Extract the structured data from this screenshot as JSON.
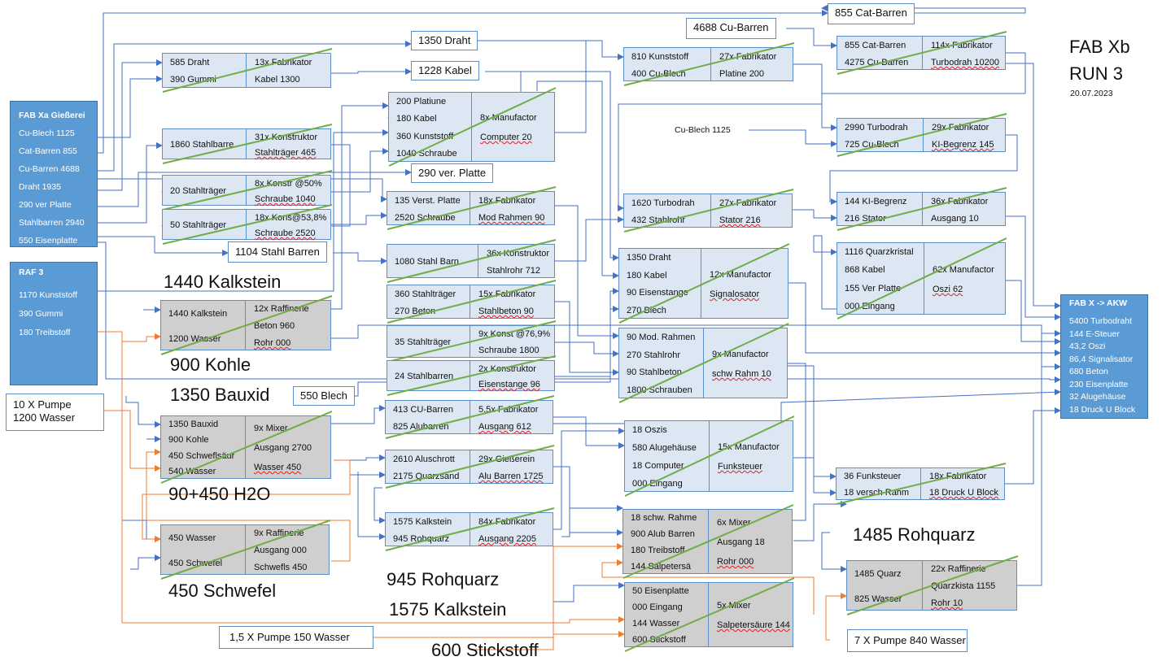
{
  "title": {
    "line1": "FAB Xb",
    "line2": "RUN 3",
    "date": "20.07.2023"
  },
  "sources": {
    "fab_xa": {
      "title": "FAB Xa Gießerei",
      "items": [
        "Cu-Blech 1125",
        "Cat-Barren  855",
        "Cu-Barren 4688",
        "Draht 1935",
        "290 ver Platte",
        "Stahlbarren 2940",
        "550 Eisenplatte"
      ]
    },
    "raf3": {
      "title": "RAF 3",
      "items": [
        "1170 Kunststoff",
        "390 Gummi",
        "180 Treibstoff"
      ]
    },
    "fab_x_akw": {
      "title": "FAB X -> AKW",
      "items": [
        "5400 Turbodraht",
        "144 E-Steuer",
        "43,2 Oszi",
        "86,4 Signalisator",
        "680  Beton",
        "230 Eisenplatte",
        "32 Alugehäuse",
        "18 Druck U Block"
      ]
    }
  },
  "nodes": [
    {
      "id": "kabel",
      "inputs": [
        "585 Draht",
        "390 Gummi"
      ],
      "outputs": [
        "13x Fabrikator",
        "Kabel 1300"
      ]
    },
    {
      "id": "stahltraeger",
      "inputs": [
        "1860 Stahlbarre"
      ],
      "outputs": [
        "31x Konstruktor",
        "Stahlträger 465"
      ]
    },
    {
      "id": "schraube1040",
      "inputs": [
        "20 Stahlträger"
      ],
      "outputs": [
        "8x Konstr @50%",
        "Schraube 1040"
      ]
    },
    {
      "id": "schraube2520",
      "inputs": [
        "50 Stahlträger"
      ],
      "outputs": [
        "18x Kons@53,8%",
        "Schraube 2520"
      ]
    },
    {
      "id": "computer",
      "inputs": [
        "200 Platiune",
        "180 Kabel",
        "360 Kunststoff",
        "1040 Schraube"
      ],
      "outputs": [
        "8x Manufactor",
        "Computer  20"
      ]
    },
    {
      "id": "modrahmen",
      "inputs": [
        "135 Verst. Platte",
        "2520 Schraube"
      ],
      "outputs": [
        "18x Fabrikator",
        "Mod Rahmen 90"
      ]
    },
    {
      "id": "stahlrohr",
      "inputs": [
        "1080 Stahl Barn"
      ],
      "outputs": [
        "36x Konstruktor",
        "Stahlrohr 712"
      ]
    },
    {
      "id": "stahlbeton",
      "inputs": [
        "360 Stahlträger",
        "270 Beton"
      ],
      "outputs": [
        "15x Fabrikator",
        "Stahlbeton 90"
      ]
    },
    {
      "id": "schraube1800",
      "inputs": [
        "35 Stahlträger"
      ],
      "outputs": [
        "9x Konst @76,9%",
        "Schraube 1800"
      ]
    },
    {
      "id": "eisenstange",
      "inputs": [
        "24 Stahlbarren"
      ],
      "outputs": [
        "2x Konstruktor",
        "Eisenstange 96"
      ]
    },
    {
      "id": "alugehaeuse",
      "inputs": [
        "413 CU-Barren",
        "825 Alubarren"
      ],
      "outputs": [
        "5,5x Fabrikator",
        "Ausgang 612"
      ]
    },
    {
      "id": "alubarren",
      "inputs": [
        "2610 Aluschrott",
        "2175 Quarzsand"
      ],
      "outputs": [
        "29x Gießerein",
        "Alu Barren 1725"
      ]
    },
    {
      "id": "beton_out",
      "inputs": [
        "1575 Kalkstein",
        "945 Rohquarz"
      ],
      "outputs": [
        "84x Fabrikator",
        "Ausgang 2205"
      ]
    },
    {
      "id": "beton_raff",
      "inputs": [
        "1440 Kalkstein",
        "1200 Wasser"
      ],
      "outputs": [
        "12x Raffinerie",
        "Beton 960",
        "Rohr 000"
      ]
    },
    {
      "id": "mixer_h2o",
      "inputs": [
        "1350 Bauxid",
        "900 Kohle",
        "450 Schweflsäur",
        "540 Wasser"
      ],
      "outputs": [
        "9x Mixer",
        "Ausgang 2700",
        "Wasser 450"
      ]
    },
    {
      "id": "schwefl",
      "inputs": [
        "450 Wasser",
        "450 Schwefel"
      ],
      "outputs": [
        "9x Raffinerie",
        "Ausgang 000",
        "Schwefls 450"
      ]
    },
    {
      "id": "platine",
      "inputs": [
        "810 Kunststoff",
        "400 Cu-Blech"
      ],
      "outputs": [
        "27x Fabrikator",
        "Platine 200"
      ]
    },
    {
      "id": "stator",
      "inputs": [
        "1620 Turbodrah",
        "432 Stahlrohr"
      ],
      "outputs": [
        "27x Fabrikator",
        "Stator 216"
      ]
    },
    {
      "id": "signalosator",
      "inputs": [
        "1350 Draht",
        "180 Kabel",
        "90 Eisenstange",
        "270 Blech"
      ],
      "outputs": [
        "12x Manufactor",
        "Signalosator"
      ]
    },
    {
      "id": "schwrahm",
      "inputs": [
        "90 Mod. Rahmen",
        "270 Stahlrohr",
        "90 Stahlbeton",
        "1800 Schrauben"
      ],
      "outputs": [
        "9x Manufactor",
        "schw Rahm 10"
      ]
    },
    {
      "id": "funksteuer",
      "inputs": [
        "18 Oszis",
        "580 Alugehäuse",
        "18 Computer",
        "000 Eingang"
      ],
      "outputs": [
        "15x Manufactor",
        "Funksteuer"
      ]
    },
    {
      "id": "mixer18",
      "inputs": [
        "18  schw. Rahme",
        "900 Alub Barren",
        "180 Treibstoff",
        "144 Salpetersä"
      ],
      "outputs": [
        "6x Mixer",
        "Ausgang 18",
        "Rohr 000"
      ]
    },
    {
      "id": "salpeter",
      "inputs": [
        "50 Eisenplatte",
        "000 Eingang",
        "144 Wasser",
        "600 Stickstoff"
      ],
      "outputs": [
        "5x Mixer",
        "Salpetersäure 144"
      ]
    },
    {
      "id": "turbodrah",
      "inputs": [
        "855 Cat-Barren",
        "4275 Cu-Barren"
      ],
      "outputs": [
        "114x Fabrikator",
        "Turbodrah 10200"
      ]
    },
    {
      "id": "kibegrenz",
      "inputs": [
        "2990 Turbodrah",
        "725 Cu-Blech"
      ],
      "outputs": [
        "29x Fabrikator",
        "KI-Begrenz 145"
      ]
    },
    {
      "id": "ausgang10",
      "inputs": [
        "144 KI-Begrenz",
        "216 Stator"
      ],
      "outputs": [
        "36x Fabrikator",
        "Ausgang 10"
      ]
    },
    {
      "id": "oszi",
      "inputs": [
        "1116 Quarzkristal",
        "868 Kabel",
        "155 Ver Platte",
        "000 Eingang"
      ],
      "outputs": [
        "62x Manufactor",
        "Oszi 62"
      ]
    },
    {
      "id": "druckublock",
      "inputs": [
        "36 Funksteuer",
        "18 versch Rahm"
      ],
      "outputs": [
        "18x Fabrikator",
        "18 Druck U Block"
      ]
    },
    {
      "id": "quarz",
      "inputs": [
        "1485 Quarz",
        "825 Wasser"
      ],
      "outputs": [
        "22x Raffinerie",
        "Quarzkista 1155",
        "Rohr 10"
      ]
    }
  ],
  "labels": [
    "1350 Draht",
    "1228 Kabel",
    "290 ver. Platte",
    "1104 Stahl Barren",
    "550 Blech",
    "4688 Cu-Barren",
    "855 Cat-Barren",
    "10 X Pumpe",
    "1200 Wasser",
    "1,5 X Pumpe 150 Wasser",
    "7 X Pumpe 840 Wasser"
  ],
  "free_text": {
    "cu_blech": "Cu-Blech 1125"
  },
  "big_labels": [
    "1440 Kalkstein",
    "900 Kohle",
    "1350 Bauxid",
    "90+450 H2O",
    "450 Schwefel",
    "945 Rohquarz",
    "1575 Kalkstein",
    "600 Stickstoff",
    "1485 Rohquarz"
  ],
  "colors": {
    "box": "#dce7f3",
    "box_gray": "#d0cfcf",
    "border": "#5b8fc7",
    "source": "#5b9bd5",
    "arrow_blue": "#4472c4",
    "arrow_orange": "#ed7d31",
    "slash": "#70ad47",
    "squiggle": "#d22222"
  }
}
